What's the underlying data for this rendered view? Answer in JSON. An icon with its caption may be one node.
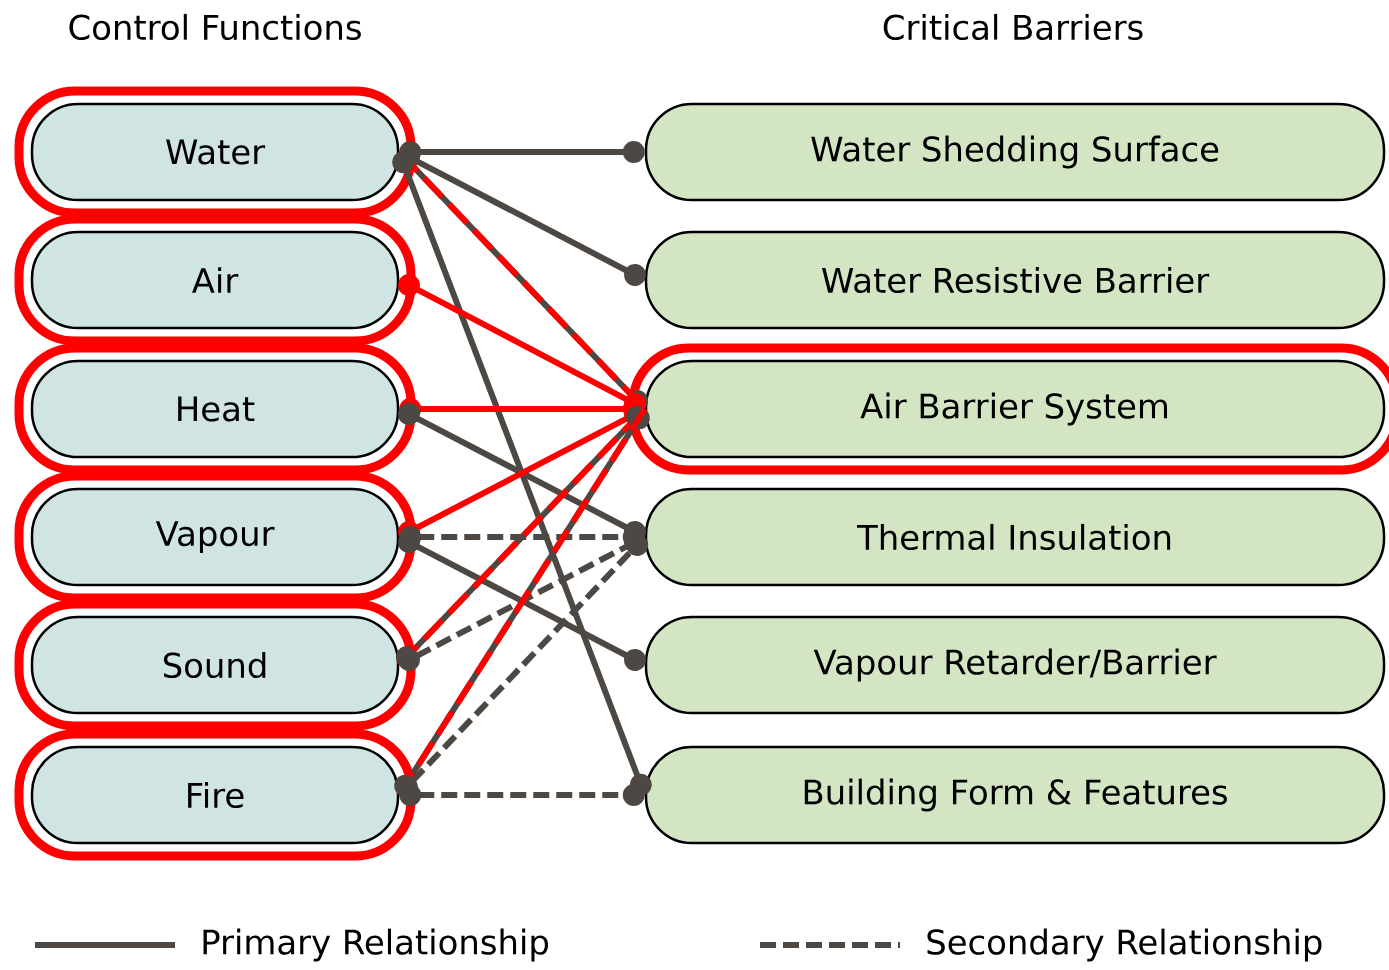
{
  "diagram": {
    "nodes": [
      {
        "text": [
          "Water"
        ]
      },
      {
        "text": [
          "Air"
        ]
      },
      {
        "text": [
          "Heat"
        ]
      },
      {
        "text": [
          "Vapour"
        ]
      },
      {
        "text": [
          "Sound"
        ]
      },
      {
        "text": [
          "Fire"
        ]
      },
      {
        "text": [
          "Water Shedding Surface"
        ]
      },
      {
        "text": [
          "Water Resistive Barrier"
        ]
      },
      {
        "text": [
          "Air Barrier System"
        ]
      },
      {
        "text": [
          "Thermal Insulation"
        ]
      },
      {
        "text": [
          "Vapour Retarder/Barrier"
        ]
      },
      {
        "text": [
          "Building Form & Features"
        ]
      }
    ],
    "edges": [
      {
        "from": 0,
        "to": 6,
        "arrow": "other"
      },
      {
        "from": 0,
        "to": 7,
        "arrow": "other"
      },
      {
        "from": 0,
        "to": 8,
        "arrow": "other",
        "style": "dashed",
        "color": "#ff0000"
      },
      {
        "from": 0,
        "to": 11,
        "arrow": "other"
      },
      {
        "from": 1,
        "to": 8,
        "arrow": "other",
        "color": "#ff0000"
      },
      {
        "from": 2,
        "to": 8,
        "arrow": "other",
        "color": "#ff0000"
      },
      {
        "from": 2,
        "to": 9,
        "arrow": "other"
      },
      {
        "from": 3,
        "to": 8,
        "arrow": "other",
        "color": "#ff0000"
      },
      {
        "from": 3,
        "to": 9,
        "arrow": "other",
        "style": "dashed"
      },
      {
        "from": 3,
        "to": 10,
        "arrow": "other"
      },
      {
        "from": 4,
        "to": 8,
        "arrow": "other",
        "style": "dashed",
        "color": "#ff0000"
      },
      {
        "from": 4,
        "to": 9,
        "arrow": "other",
        "style": "dashed"
      },
      {
        "from": 5,
        "to": 8,
        "arrow": "other",
        "style": "dashed",
        "color": "#ff0000"
      },
      {
        "from": 5,
        "to": 9,
        "arrow": "other",
        "style": "dashed"
      },
      {
        "from": 5,
        "to": 11,
        "arrow": "other",
        "style": "dashed"
      }
    ],
    "labels": [
      "Control Functions",
      "Critical Barriers"
    ],
    "legend": [
      {
        "text": "Primary Relationship"
      },
      {
        "text": "Secondary Relationship"
      }
    ]
  }
}
